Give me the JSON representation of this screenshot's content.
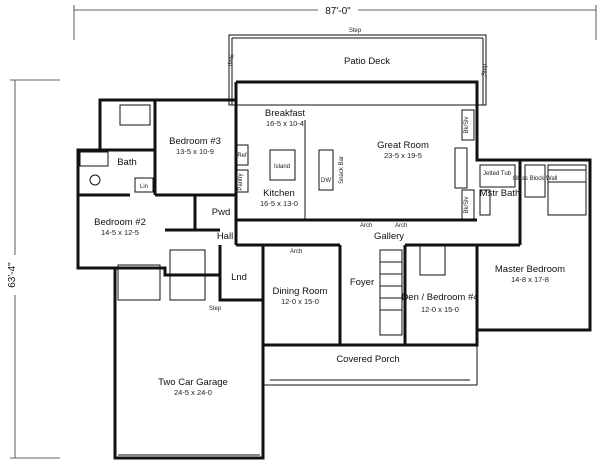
{
  "dimensions": {
    "width": "87'-0\"",
    "depth": "63'-4\""
  },
  "rooms": [
    {
      "key": "patio",
      "name": "Patio Deck",
      "size": ""
    },
    {
      "key": "breakfast",
      "name": "Breakfast",
      "size": "16-5 x 10-4"
    },
    {
      "key": "great",
      "name": "Great Room",
      "size": "23-5 x 19-5"
    },
    {
      "key": "bed3",
      "name": "Bedroom #3",
      "size": "13-5 x 10-9"
    },
    {
      "key": "bath",
      "name": "Bath",
      "size": ""
    },
    {
      "key": "kitchen",
      "name": "Kitchen",
      "size": "16-5 x 13-0"
    },
    {
      "key": "bed2",
      "name": "Bedroom #2",
      "size": "14-5 x 12-5"
    },
    {
      "key": "pwd",
      "name": "Pwd",
      "size": ""
    },
    {
      "key": "hall",
      "name": "Hall",
      "size": ""
    },
    {
      "key": "gallery",
      "name": "Gallery",
      "size": ""
    },
    {
      "key": "mstrbath",
      "name": "Mstr Bath",
      "size": ""
    },
    {
      "key": "master",
      "name": "Master Bedroom",
      "size": "14-8 x 17-8"
    },
    {
      "key": "lnd",
      "name": "Lnd",
      "size": ""
    },
    {
      "key": "dining",
      "name": "Dining Room",
      "size": "12-0 x 15-0"
    },
    {
      "key": "foyer",
      "name": "Foyer",
      "size": ""
    },
    {
      "key": "den",
      "name": "Den / Bedroom #4",
      "size": "12-0 x 15-0"
    },
    {
      "key": "porch",
      "name": "Covered Porch",
      "size": ""
    },
    {
      "key": "garage",
      "name": "Two Car Garage",
      "size": "24-5 x 24-0"
    }
  ],
  "fixtures": {
    "step": "Step",
    "island": "Island",
    "ref": "Ref",
    "pantry": "Pantry",
    "dw": "DW",
    "snack_bar": "Snack Bar",
    "jetted_tub": "Jetted Tub",
    "glass_block": "Glass Block Wall",
    "lin": "Lin",
    "arch": "Arch",
    "bkslv": "Bk/Slv",
    "patio_step_left": "Step",
    "patio_step_right": "Step",
    "garage_step": "Step"
  }
}
